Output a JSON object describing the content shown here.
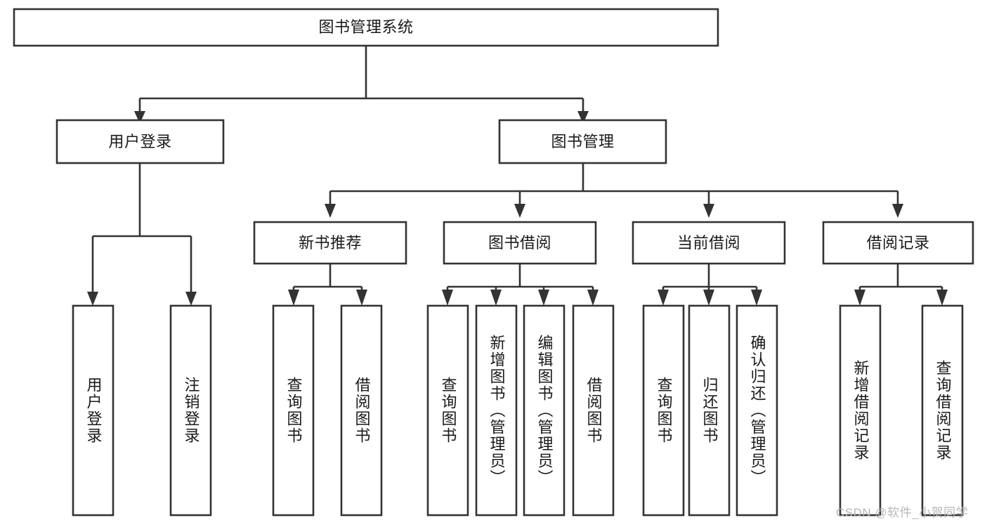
{
  "diagram": {
    "type": "tree-hierarchy",
    "title": "图书管理系统",
    "watermark": "CSDN @软件_小贺同学",
    "colors": {
      "stroke": "#333333",
      "fill": "#ffffff",
      "text": "#1a1a1a",
      "watermark": "#b7b7b7"
    },
    "nodes": {
      "root": {
        "label": "图书管理系统",
        "level": 1
      },
      "l2_user_login": {
        "label": "用户登录",
        "level": 2
      },
      "l2_book_mgmt": {
        "label": "图书管理",
        "level": 2
      },
      "l3_new_book_rec": {
        "label": "新书推荐",
        "level": 3
      },
      "l3_book_borrow": {
        "label": "图书借阅",
        "level": 3
      },
      "l3_current_borrow": {
        "label": "当前借阅",
        "level": 3
      },
      "l3_borrow_record": {
        "label": "借阅记录",
        "level": 3
      },
      "l4_user_login": {
        "label": "用户登录",
        "level": 4
      },
      "l4_user_logout": {
        "label": "注销登录",
        "level": 4
      },
      "l4_query_book_1": {
        "label": "查询图书",
        "level": 4
      },
      "l4_borrow_book_1": {
        "label": "借阅图书",
        "level": 4
      },
      "l4_query_book_2": {
        "label": "查询图书",
        "level": 4
      },
      "l4_add_book": {
        "label": "新增图书（管理员）",
        "level": 4
      },
      "l4_edit_book": {
        "label": "编辑图书（管理员）",
        "level": 4
      },
      "l4_borrow_book_2": {
        "label": "借阅图书",
        "level": 4
      },
      "l4_query_book_3": {
        "label": "查询图书",
        "level": 4
      },
      "l4_return_book": {
        "label": "归还图书",
        "level": 4
      },
      "l4_confirm_return": {
        "label": "确认归还（管理员）",
        "level": 4
      },
      "l4_add_record": {
        "label": "新增借阅记录",
        "level": 4
      },
      "l4_query_record": {
        "label": "查询借阅记录",
        "level": 4
      }
    },
    "edges": [
      {
        "from": "root",
        "to": "l2_user_login"
      },
      {
        "from": "root",
        "to": "l2_book_mgmt"
      },
      {
        "from": "l2_user_login",
        "to": "l4_user_login"
      },
      {
        "from": "l2_user_login",
        "to": "l4_user_logout"
      },
      {
        "from": "l2_book_mgmt",
        "to": "l3_new_book_rec"
      },
      {
        "from": "l2_book_mgmt",
        "to": "l3_book_borrow"
      },
      {
        "from": "l2_book_mgmt",
        "to": "l3_current_borrow"
      },
      {
        "from": "l2_book_mgmt",
        "to": "l3_borrow_record"
      },
      {
        "from": "l3_new_book_rec",
        "to": "l4_query_book_1"
      },
      {
        "from": "l3_new_book_rec",
        "to": "l4_borrow_book_1"
      },
      {
        "from": "l3_book_borrow",
        "to": "l4_query_book_2"
      },
      {
        "from": "l3_book_borrow",
        "to": "l4_add_book"
      },
      {
        "from": "l3_book_borrow",
        "to": "l4_edit_book"
      },
      {
        "from": "l3_book_borrow",
        "to": "l4_borrow_book_2"
      },
      {
        "from": "l3_current_borrow",
        "to": "l4_query_book_3"
      },
      {
        "from": "l3_current_borrow",
        "to": "l4_return_book"
      },
      {
        "from": "l3_current_borrow",
        "to": "l4_confirm_return"
      },
      {
        "from": "l3_borrow_record",
        "to": "l4_add_record"
      },
      {
        "from": "l3_borrow_record",
        "to": "l4_query_record"
      }
    ]
  }
}
